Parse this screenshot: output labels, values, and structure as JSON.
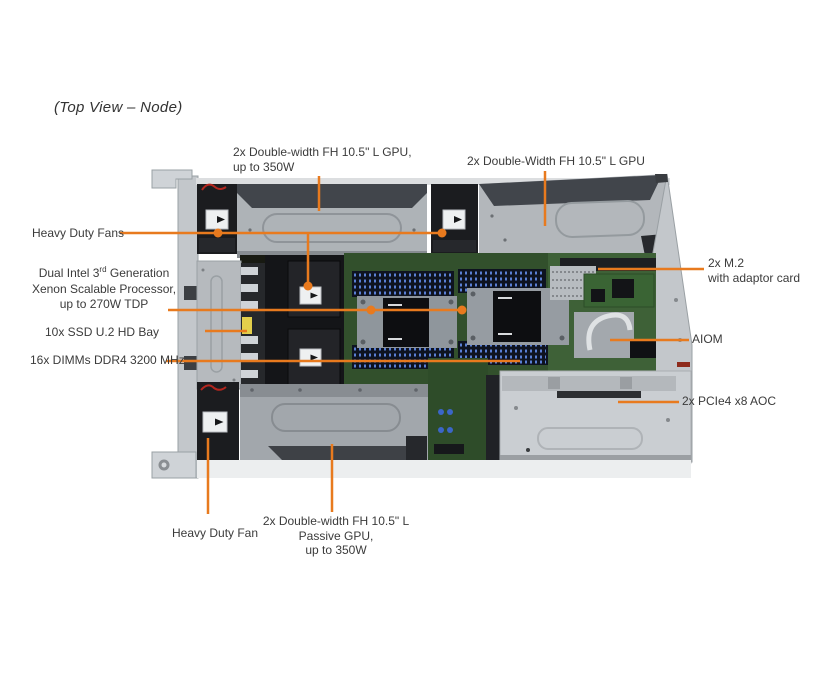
{
  "title": "(Top View – Node)",
  "accent_color": "#e87a1e",
  "callout_marker_color": "#e87a1e",
  "icons": {
    "fan_airflow_arrow": "black right-arrow sticker on fan",
    "description": "orange leader lines with round endpoint dots"
  },
  "labels": {
    "gpu_top_left": {
      "line1": "2x Double-width FH 10.5\" L GPU,",
      "line2": "up to 350W"
    },
    "gpu_top_right": "2x Double-Width FH 10.5\" L GPU",
    "heavy_duty_fans": "Heavy Duty Fans",
    "processor": {
      "line1_prefix": "Dual Intel 3",
      "line1_sup": "rd",
      "line1_suffix": " Generation",
      "line2": "Xenon Scalable Processor,",
      "line3": "up to 270W TDP"
    },
    "ssd_bay": "10x SSD U.2 HD Bay",
    "dimms": "16x DIMMs  DDR4 3200 MHz",
    "m2": {
      "line1": "2x M.2",
      "line2": "with adaptor card"
    },
    "aiom": "AIOM",
    "pcie": "2x PCIe4 x8 AOC",
    "heavy_duty_fan": "Heavy Duty Fan",
    "gpu_bottom": {
      "line1": "2x Double-width FH 10.5\" L",
      "line2": "Passive GPU,",
      "line3": "up to 350W"
    }
  }
}
